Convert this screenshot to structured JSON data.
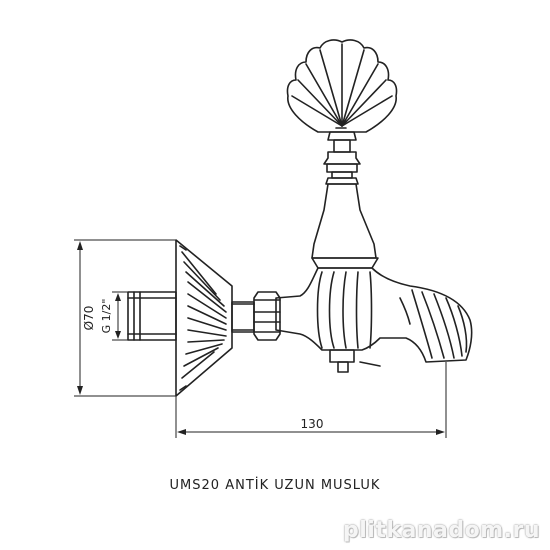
{
  "dimensions": {
    "height_label": "Ø70",
    "thread_label": "G 1/2\"",
    "length_label": "130"
  },
  "caption": "UMS20 ANTİK UZUN MUSLUK",
  "watermark": "plitkanadom.ru",
  "colors": {
    "line": "#222222",
    "background": "#ffffff"
  }
}
